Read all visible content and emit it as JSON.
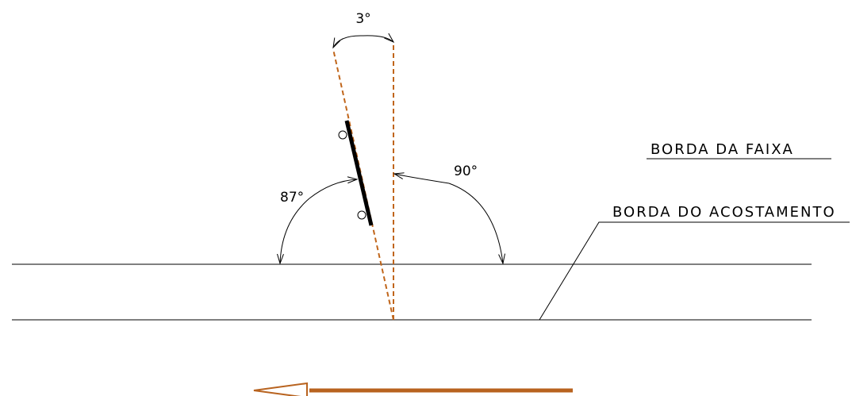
{
  "angles": {
    "top": "3°",
    "right": "90°",
    "left": "87°"
  },
  "labels": {
    "lane_edge": "BORDA DA FAIXA",
    "shoulder_edge": "BORDA DO ACOSTAMENTO"
  },
  "colors": {
    "line": "#000000",
    "dashed": "#c0651a",
    "arrow": "#b8631f",
    "sign": "#000000"
  }
}
